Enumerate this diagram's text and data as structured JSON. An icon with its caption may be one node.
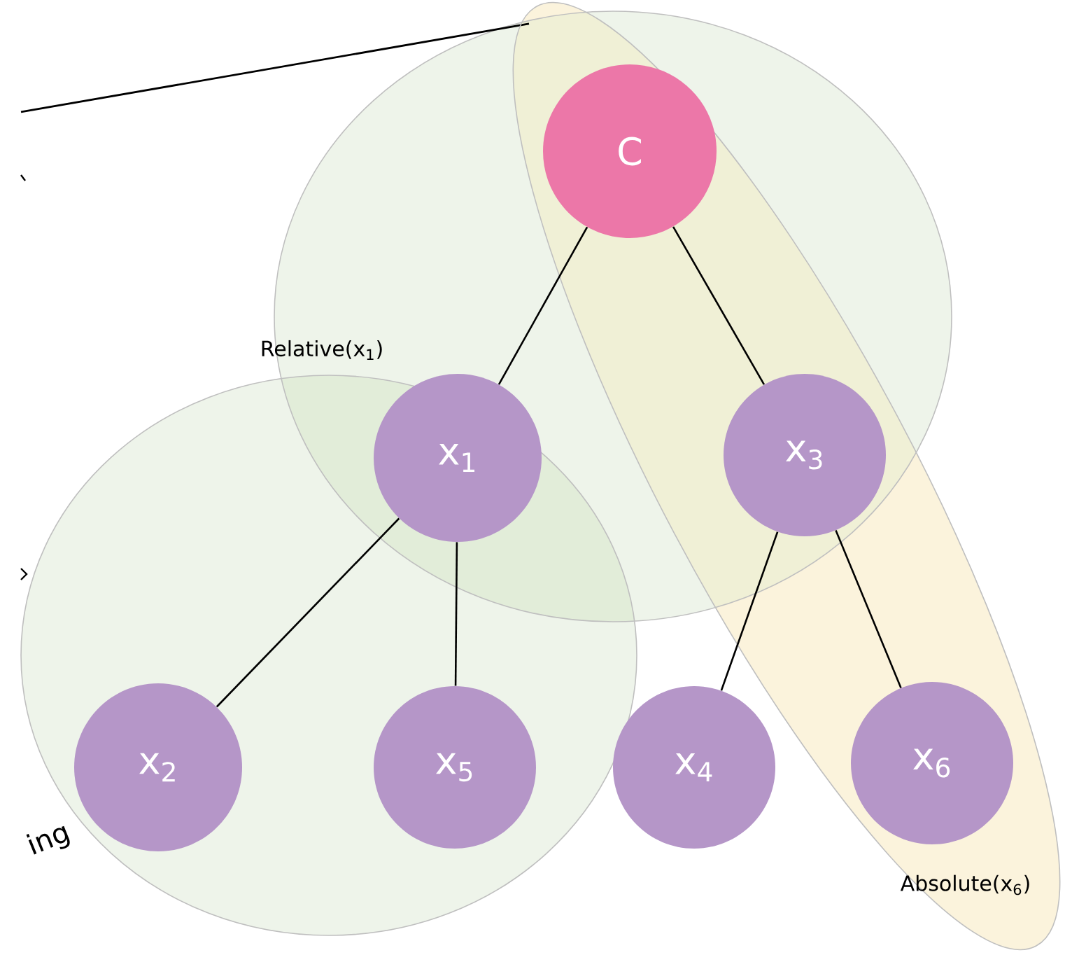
{
  "diagram": {
    "nodes": [
      {
        "text": [
          "Absolute(x$_{6}$)"
        ]
      },
      {
        "text": [
          "Relative(x$_{1}$)"
        ]
      },
      {
        "text": [
          "C"
        ],
        "in": 0
      },
      {
        "text": [
          "x$_{1}$"
        ],
        "in": 1
      },
      {
        "text": [
          "x$_{3}$"
        ],
        "in": 0
      },
      {
        "text": [
          "x$_{2}$"
        ],
        "in": 1
      },
      {
        "text": [
          "x$_{5}$"
        ],
        "in": 1
      },
      {
        "text": [
          "x$_{4}$"
        ]
      },
      {
        "text": [
          "x$_{6}$"
        ],
        "in": 0
      }
    ],
    "edges": [
      {
        "from": 2,
        "to": 3,
        "arrow": "none"
      },
      {
        "from": 2,
        "to": 4,
        "arrow": "none"
      },
      {
        "from": 3,
        "to": 5,
        "arrow": "none"
      },
      {
        "from": 3,
        "to": 6,
        "arrow": "none"
      },
      {
        "from": 4,
        "to": 7,
        "arrow": "none"
      },
      {
        "from": 4,
        "to": 8,
        "arrow": "none"
      }
    ],
    "labels": [
      "ing"
    ]
  }
}
